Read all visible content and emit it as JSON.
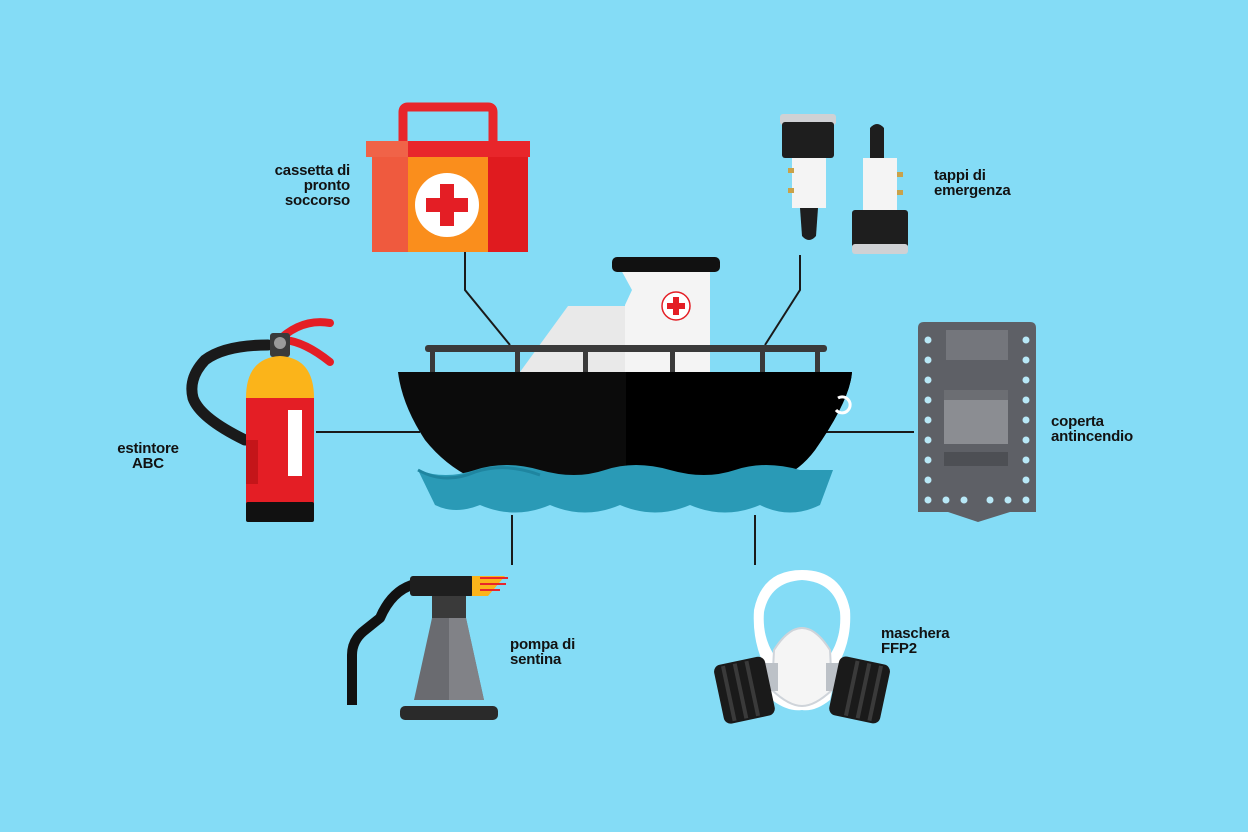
{
  "colors": {
    "background": "#84dcf6",
    "hull": "#0b0b0b",
    "water": "#2a9ab6",
    "kit_red": "#e8262b",
    "kit_orange": "#fa8e1c",
    "extinguisher_red": "#e41e25",
    "extinguisher_yellow": "#fbb41a",
    "blanket_gray": "#5e6066"
  },
  "labels": {
    "first_aid": [
      "cassetta di",
      "pronto",
      "soccorso"
    ],
    "plugs": [
      "tappi di",
      "emergenza"
    ],
    "extinguisher": [
      "estintore",
      "ABC"
    ],
    "blanket": [
      "coperta",
      "antincendio"
    ],
    "pump": [
      "pompa di",
      "sentina"
    ],
    "mask": [
      "maschera",
      "FFP2"
    ]
  },
  "icons": {
    "center": "boat-icon",
    "first_aid": "first-aid-kit-icon",
    "plugs": "emergency-plugs-icon",
    "extinguisher": "fire-extinguisher-icon",
    "blanket": "fire-blanket-icon",
    "pump": "bilge-pump-icon",
    "mask": "respirator-mask-icon"
  }
}
